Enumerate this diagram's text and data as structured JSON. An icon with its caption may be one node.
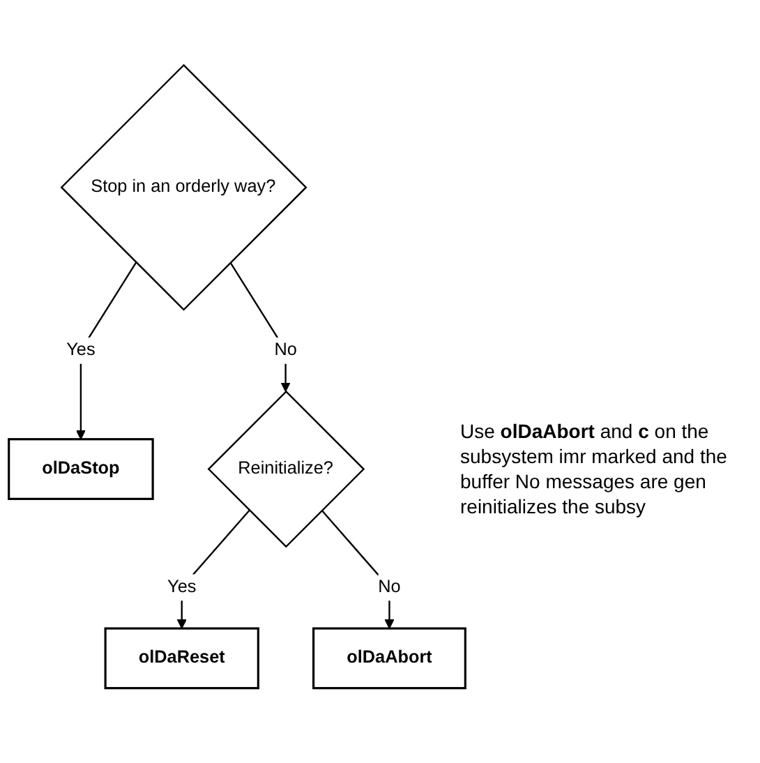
{
  "diagram": {
    "nodes": [
      {
        "text": [
          "Stop in an orderly way?"
        ]
      },
      {
        "text": [
          "olDaStop"
        ]
      },
      {
        "text": [
          "Reinitialize?"
        ]
      },
      {
        "text": [
          "olDaReset"
        ]
      },
      {
        "text": [
          "olDaAbort"
        ]
      }
    ],
    "edges": [
      {
        "from": 0,
        "to": 1,
        "arrow": "to",
        "label": "Yes"
      },
      {
        "from": 0,
        "to": 2,
        "arrow": "to",
        "label": "No"
      },
      {
        "from": 2,
        "to": 3,
        "arrow": "to",
        "label": "Yes"
      },
      {
        "from": 2,
        "to": 4,
        "arrow": "to",
        "label": "No"
      }
    ],
    "labels": [
      "Use **olDaAbort** and **c** on the subsystem imr marked and the buffer No messages are gen reinitializes the subsy"
    ]
  }
}
